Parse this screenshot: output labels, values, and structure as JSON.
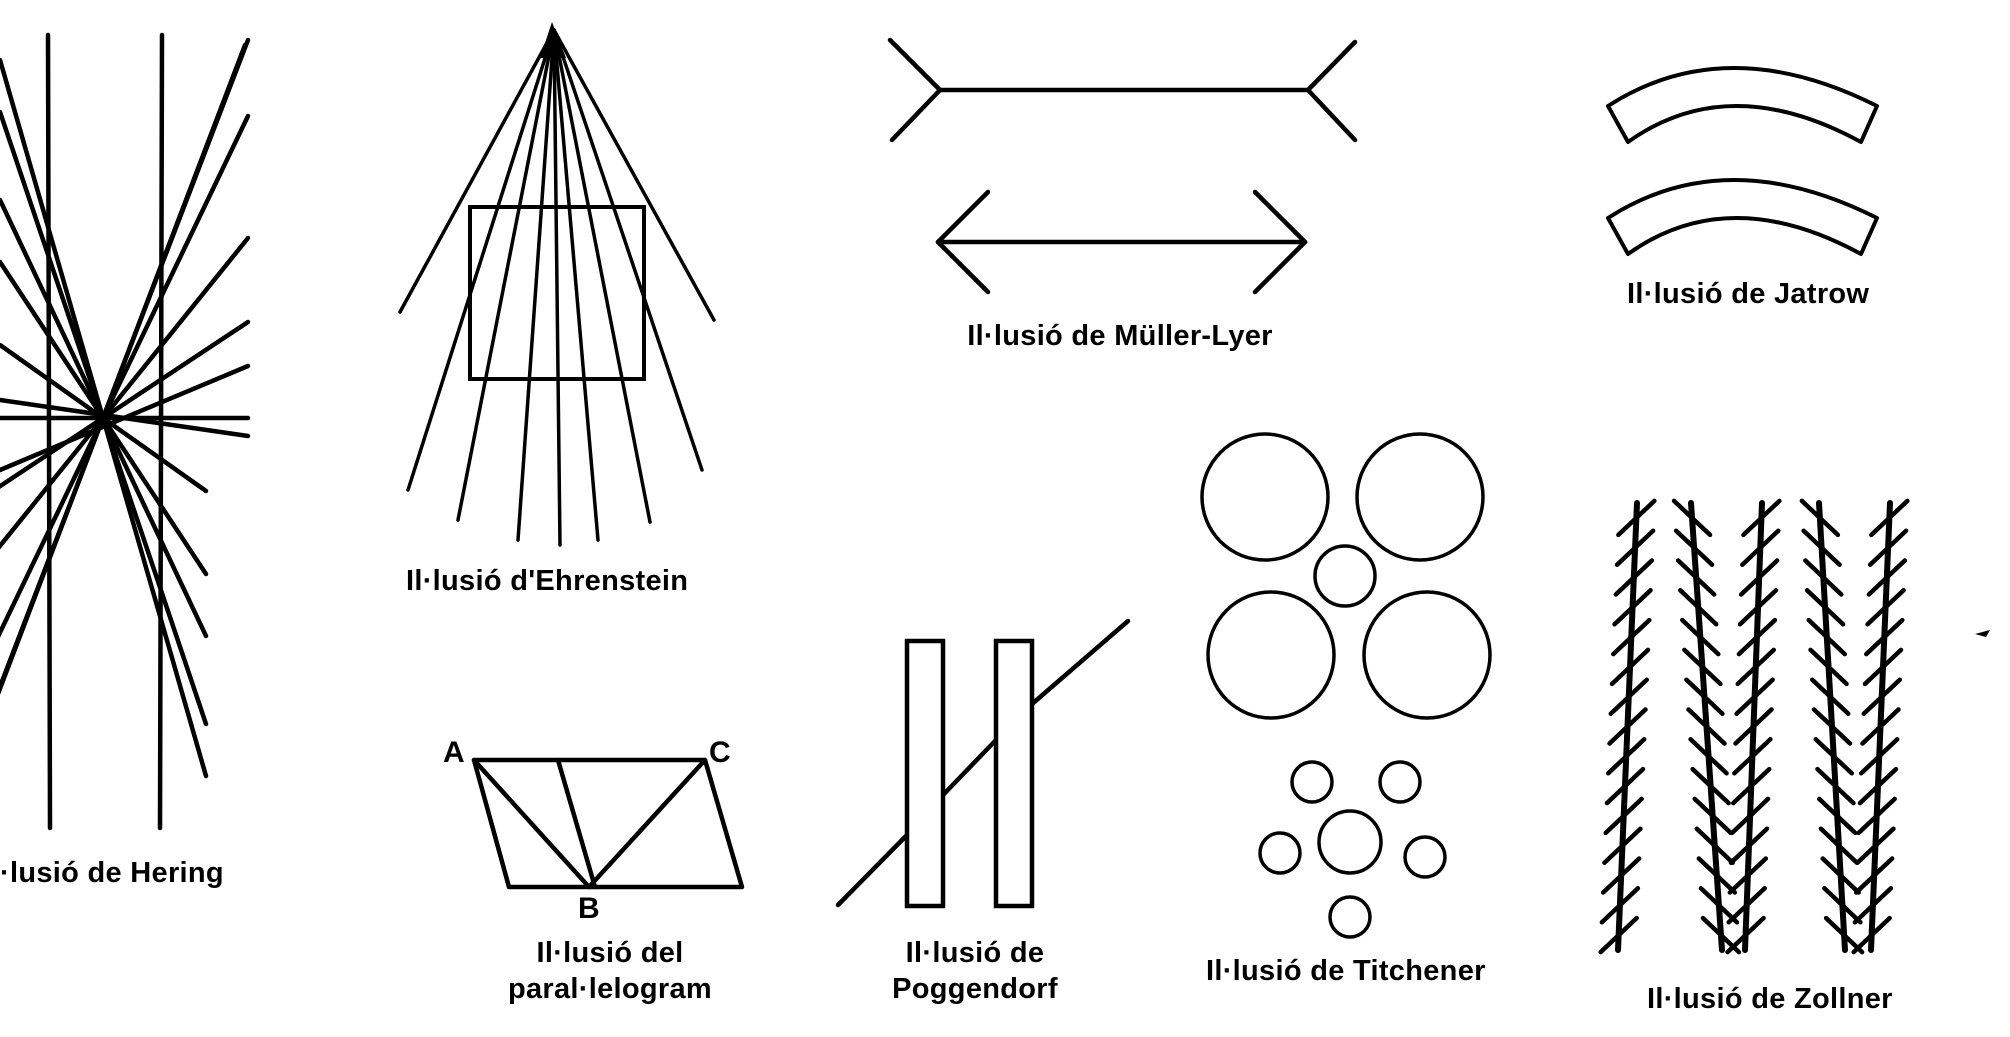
{
  "colors": {
    "ink": "#000000",
    "paper": "#ffffff"
  },
  "captions": {
    "hering": "·lusió de Hering",
    "ehrenstein": "Il·lusió d'Ehrenstein",
    "muller_lyer": "Il·lusió de Müller-Lyer",
    "jatrow": "Il·lusió de Jatrow",
    "parallelogram_line1": "Il·lusió del",
    "parallelogram_line2": "paral·lelogram",
    "poggendorf_line1": "Il·lusió de",
    "poggendorf_line2": "Poggendorf",
    "titchener": "Il·lusió de Titchener",
    "zollner": "Il·lusió de Zollner"
  },
  "parallelogram_points": {
    "a": "A",
    "b": "B",
    "c": "C"
  }
}
